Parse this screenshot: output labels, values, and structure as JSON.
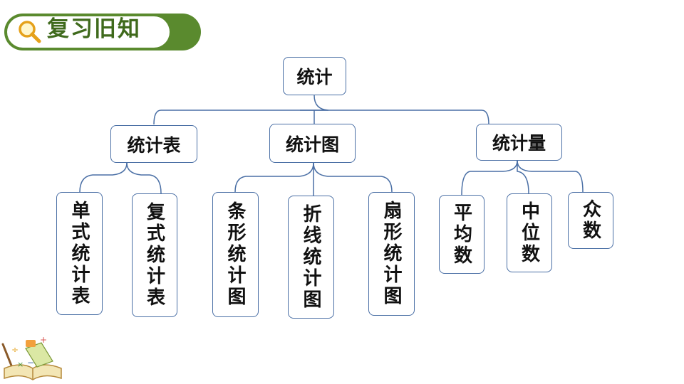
{
  "header": {
    "title": "复习旧知"
  },
  "tree": {
    "root": "统计",
    "level1": [
      "统计表",
      "统计图",
      "统计量"
    ],
    "table_types": [
      "单式统计表",
      "复式统计表"
    ],
    "chart_types": [
      "条形统计图",
      "折线统计图",
      "扇形统计图"
    ],
    "measures": [
      "平均数",
      "中位数",
      "众数"
    ]
  },
  "colors": {
    "accent": "#5a8a2e",
    "node_border": "#4a6fa5",
    "connector": "#4a6fa5"
  }
}
